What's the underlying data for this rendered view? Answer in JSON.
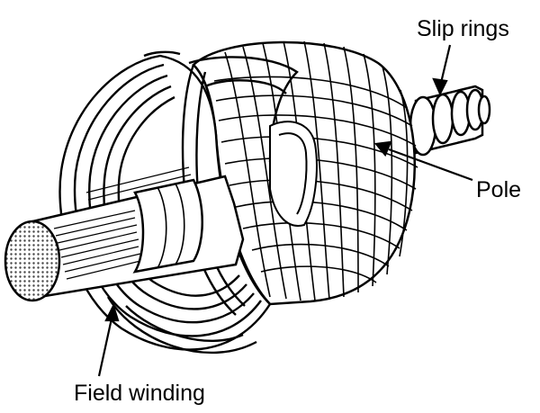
{
  "labels": {
    "slip_rings": "Slip rings",
    "pole": "Pole",
    "field_winding": "Field winding"
  },
  "colors": {
    "line": "#000000",
    "fill": "#ffffff",
    "shade": "#cfcfcf",
    "shaft_end": "#9a9a9a"
  }
}
